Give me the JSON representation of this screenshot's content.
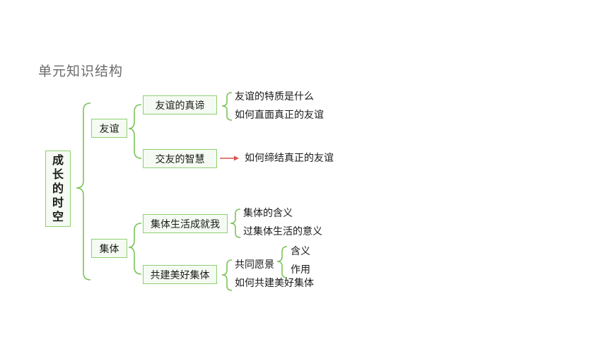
{
  "title": "单元知识结构",
  "root": [
    "成",
    "长",
    "的",
    "时",
    "空"
  ],
  "branch_youyi": {
    "label": "友谊",
    "sub1": {
      "label": "友谊的真谛",
      "items": [
        "友谊的特质是什么",
        "如何直面真正的友谊"
      ]
    },
    "sub2": {
      "label": "交友的智慧",
      "arrow_target": "如何缔结真正的友谊"
    }
  },
  "branch_jiti": {
    "label": "集体",
    "sub1": {
      "label": "集体生活成就我",
      "items": [
        "集体的含义",
        "过集体生活的意义"
      ]
    },
    "sub2": {
      "label": "共建美好集体",
      "vision": {
        "label": "共同愿景",
        "items": [
          "含义",
          "作用"
        ]
      },
      "item2": "如何共建美好集体"
    }
  },
  "colors": {
    "bracket": "#7cc35a",
    "box_border": "#8ecf73",
    "box_fill": "#f5fbf2",
    "arrow": "#d9534f",
    "title": "#6b6b6b"
  }
}
